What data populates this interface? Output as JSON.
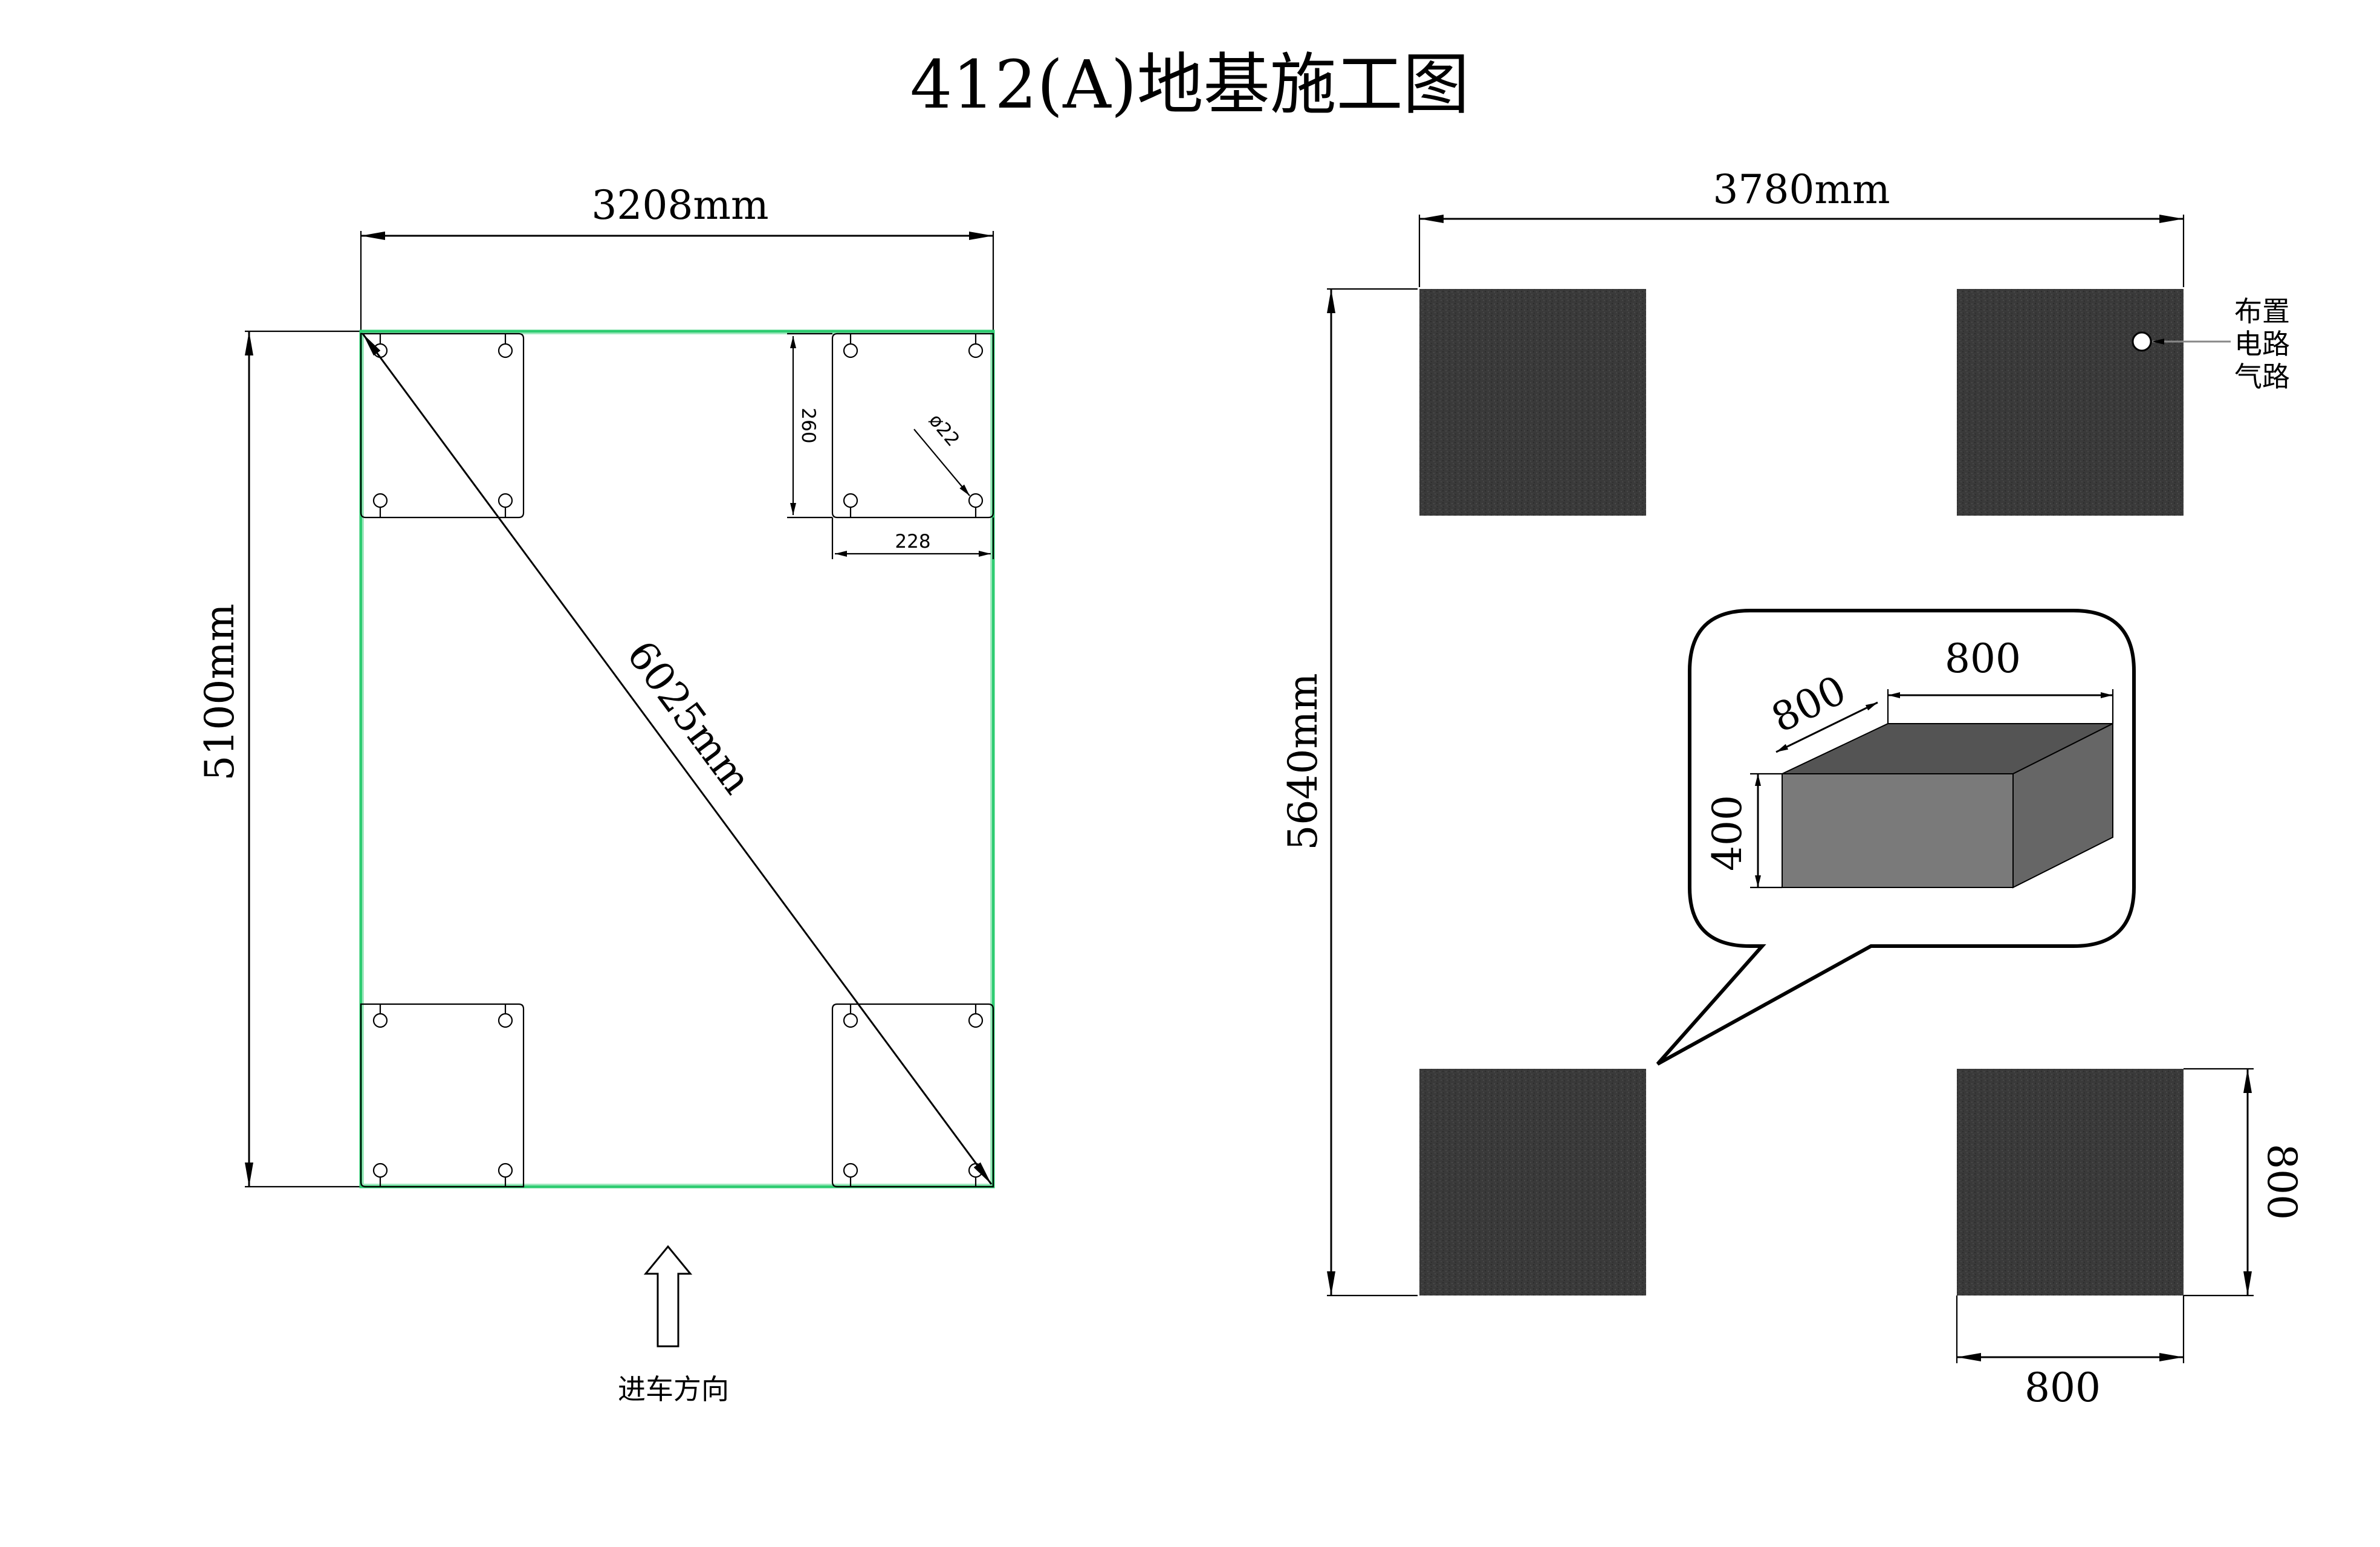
{
  "title": "412(A)地基施工图",
  "left_plan": {
    "width_label": "3208mm",
    "height_label": "5100mm",
    "diagonal_label": "6025mm",
    "plate_height_label": "260",
    "plate_width_label": "228",
    "hole_label": "ø22",
    "entry_label": "进车方向"
  },
  "right_plan": {
    "width_label": "3780mm",
    "height_label": "5640mm",
    "wiring_note": [
      "布置",
      "电路",
      "气路"
    ],
    "callout": {
      "depth_label": "800",
      "width_label": "800",
      "height_label": "400"
    },
    "pad_height_label": "800",
    "pad_width_label": "800"
  },
  "colors": {
    "outline_green": "#2ecc71",
    "pad_fill": "#3d3d3d",
    "block_front": "#7a7a7a",
    "block_top": "#545454",
    "block_side": "#666666"
  }
}
